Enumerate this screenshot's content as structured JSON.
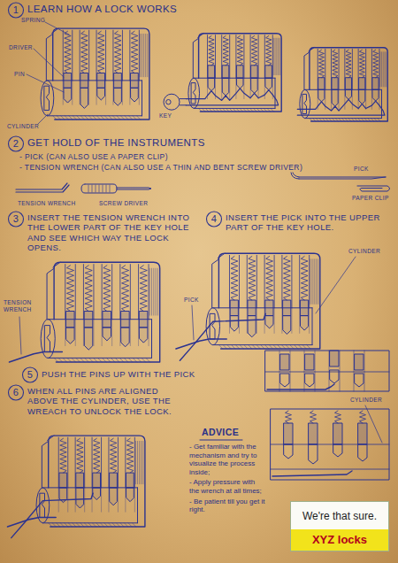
{
  "diagram": {
    "nodes": [
      {
        "text": [
          "We're that sure.",
          "XYZ locks"
        ]
      }
    ],
    "labels": [
      "1",
      "LEARN HOW A LOCK WORKS",
      "SPRING",
      "DRIVER",
      "PIN",
      "CYLINDER",
      "KEY",
      "2",
      "GET HOLD OF THE INSTRUMENTS",
      "- PICK (CAN ALSO USE A PAPER CLIP)",
      "- TENSION WRENCH (CAN ALSO USE A THIN AND BENT SCREW DRIVER)",
      "PICK",
      "PAPER CLIP",
      "TENSION WRENCH",
      "SCREW DRIVER",
      "3",
      "INSERT THE TENSION WRENCH INTO THE LOWER PART OF THE KEY HOLE AND SEE WHICH WAY THE LOCK OPENS.",
      "4",
      "INSERT THE PICK INTO THE UPPER PART OF THE KEY HOLE.",
      "CYLINDER",
      "TENSION WRENCH",
      "PICK",
      "5",
      "PUSH THE PINS UP WITH THE PICK",
      "6",
      "WHEN ALL PINS ARE ALIGNED ABOVE THE CYLINDER, USE THE WREACH TO UNLOCK THE LOCK.",
      "CYLINDER",
      "ADVICE",
      "- Get familiar with the mechanism and try to visualize the process inside;",
      "- Apply pressure with the wrench at all times;",
      "- Be patient till you get it right."
    ]
  }
}
